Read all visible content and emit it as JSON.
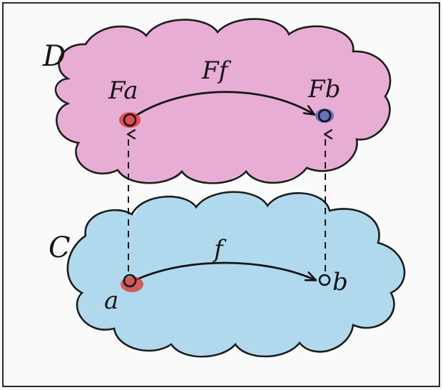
{
  "diagram": {
    "categories": [
      {
        "id": "D",
        "label": "D",
        "fill": "#e6a5d0",
        "stroke": "#1c1c1c"
      },
      {
        "id": "C",
        "label": "C",
        "fill": "#a9d6ec",
        "stroke": "#1c1c1c"
      }
    ],
    "objects": [
      {
        "id": "Fa",
        "label": "Fa",
        "category": "D",
        "dot_color": "#d9302a"
      },
      {
        "id": "Fb",
        "label": "Fb",
        "category": "D",
        "dot_color": "#3b5fb0"
      },
      {
        "id": "a",
        "label": "a",
        "category": "C",
        "dot_color": "#d9302a"
      },
      {
        "id": "b",
        "label": "b",
        "category": "C",
        "dot_color": "#3b5fb0"
      }
    ],
    "morphisms": [
      {
        "id": "Ff",
        "label": "Ff",
        "from": "Fa",
        "to": "Fb"
      },
      {
        "id": "f",
        "label": "f",
        "from": "a",
        "to": "b"
      }
    ],
    "functor_mappings": [
      {
        "from": "a",
        "to": "Fa",
        "style": "dashed"
      },
      {
        "from": "b",
        "to": "Fb",
        "style": "dashed"
      }
    ]
  }
}
